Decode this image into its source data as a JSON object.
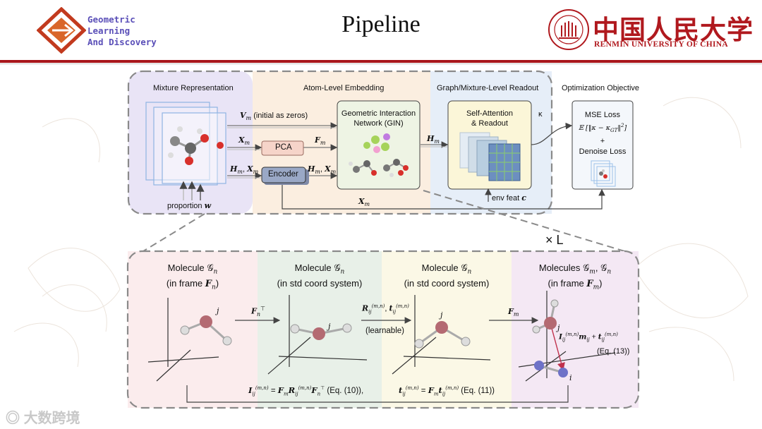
{
  "header": {
    "logo_lines": [
      "Geometric",
      "Learning",
      "And Discovery"
    ],
    "title": "Pipeline",
    "university_cn": "中国人民大学",
    "university_en": "RENMIN UNIVERSITY OF CHINA"
  },
  "top_diagram": {
    "sections": {
      "mixture": "Mixture Representation",
      "atom": "Atom-Level Embedding",
      "readout": "Graph/Mixture-Level Readout",
      "optimization": "Optimization Objective"
    },
    "arrow_labels": {
      "vm": "(initial as zeros)",
      "env_feat": "env feat"
    },
    "blocks": {
      "pca": "PCA",
      "encoder": "Encoder",
      "gin_line1": "Geometric Interaction",
      "gin_line2": "Network (GIN)",
      "sa_line1": "Self-Attention",
      "sa_line2": "& Readout",
      "mse": "MSE Loss",
      "plus": "+",
      "denoise": "Denoise Loss"
    },
    "proportion": "proportion",
    "kappa": "κ"
  },
  "repeat_label": "× L",
  "bottom_diagram": {
    "panels": [
      {
        "line1": "Molecule 𝒢",
        "sub1": "n",
        "line2": "(in frame ",
        "frame": "F",
        "sub2": "n",
        "close": ")"
      },
      {
        "line1": "Molecule 𝒢",
        "sub1": "n",
        "line2": "(in std coord system)"
      },
      {
        "line1": "Molecule 𝒢",
        "sub1": "n",
        "line2": "(in std coord system)"
      },
      {
        "line1": "Molecules 𝒢",
        "sub1": "m",
        "mid": ", 𝒢",
        "sub1b": "n",
        "line2": "(in frame ",
        "frame": "F",
        "sub2": "m",
        "close": ")"
      }
    ],
    "learnable": "(learnable)",
    "eq_label_13": "(Eq. (13))",
    "eq10_ref": "(Eq. (10)),",
    "eq11_ref": "(Eq. (11))",
    "j_label": "j",
    "i_label": "i"
  },
  "watermark_text": "大数跨境",
  "colors": {
    "accent_red": "#a8161b",
    "mixture_bg": "#e9e4f6",
    "atom_bg": "#fbeee0",
    "readout_bg": "#e6eef8",
    "bottom1_bg": "#fbeced",
    "bottom2_bg": "#e8f0e8",
    "bottom3_bg": "#fbf8e6",
    "bottom4_bg": "#f4e8f4",
    "pca_fill": "#f6d4c9",
    "encoder_fill": "#9aa8c6"
  }
}
